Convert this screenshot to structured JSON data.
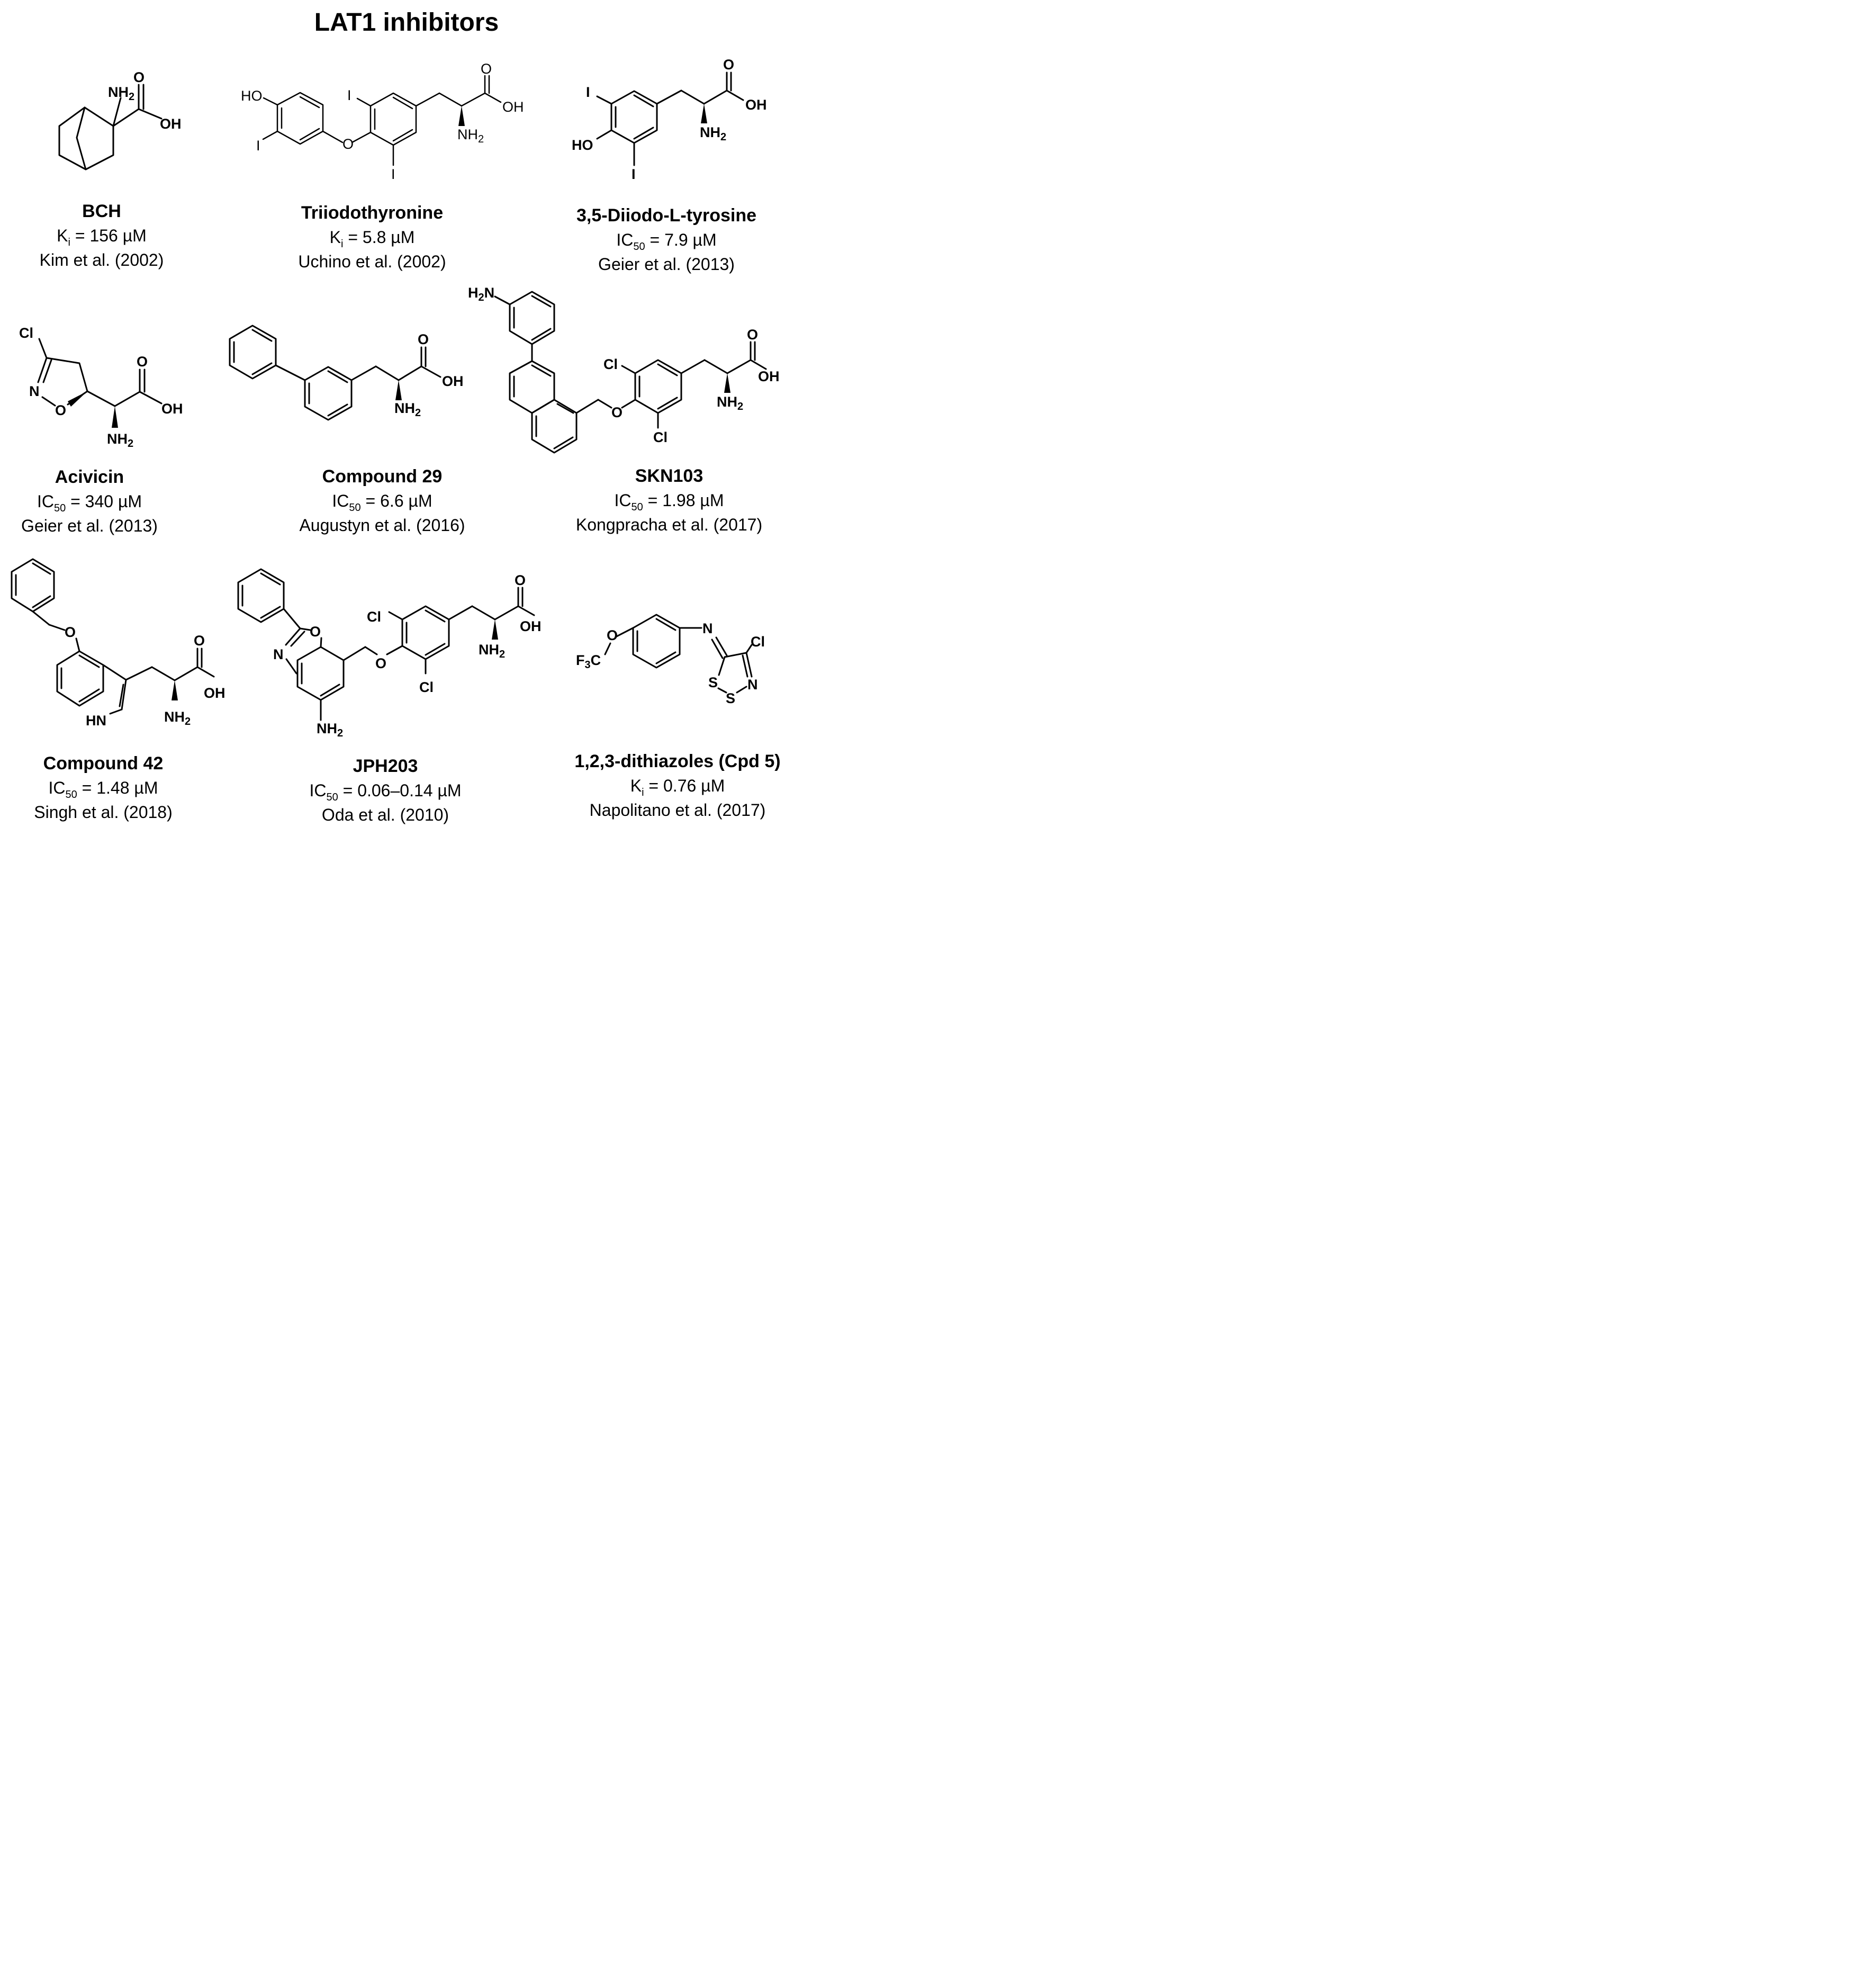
{
  "title": "LAT1 inhibitors",
  "compounds": [
    {
      "name": "BCH",
      "measure": "K",
      "measure_sub": "i",
      "value": " = 156 µM",
      "reference": "Kim et al. (2002)"
    },
    {
      "name": "Triiodothyronine",
      "measure": "K",
      "measure_sub": "i",
      "value": " = 5.8 µM",
      "reference": "Uchino et al. (2002)"
    },
    {
      "name": "3,5-Diiodo-L-tyrosine",
      "measure": "IC",
      "measure_sub": "50",
      "value": " = 7.9 µM",
      "reference": "Geier et al. (2013)"
    },
    {
      "name": "Acivicin",
      "measure": "IC",
      "measure_sub": "50",
      "value": " = 340 µM",
      "reference": "Geier et al. (2013)"
    },
    {
      "name": "Compound 29",
      "measure": "IC",
      "measure_sub": "50",
      "value": " = 6.6 µM",
      "reference": "Augustyn et al. (2016)"
    },
    {
      "name": "SKN103",
      "measure": "IC",
      "measure_sub": "50",
      "value": " = 1.98 µM",
      "reference": "Kongpracha et al. (2017)"
    },
    {
      "name": "Compound 42",
      "measure": "IC",
      "measure_sub": "50",
      "value": " = 1.48 µM",
      "reference": "Singh et al. (2018)"
    },
    {
      "name": "JPH203",
      "measure": "IC",
      "measure_sub": "50",
      "value": " = 0.06–0.14 µM",
      "reference": "Oda et al. (2010)"
    },
    {
      "name": "1,2,3-dithiazoles (Cpd 5)",
      "measure": "K",
      "measure_sub": "i",
      "value": " = 0.76 µM",
      "reference": "Napolitano et al. (2017)"
    }
  ],
  "atoms": {
    "o": "O",
    "oh": "OH",
    "ho": "HO",
    "n": "N",
    "nh": "NH",
    "hn": "HN",
    "h": "H",
    "i": "I",
    "cl": "Cl",
    "s": "S",
    "c": "C",
    "f": "F",
    "sub2": "2",
    "sub3": "3"
  }
}
